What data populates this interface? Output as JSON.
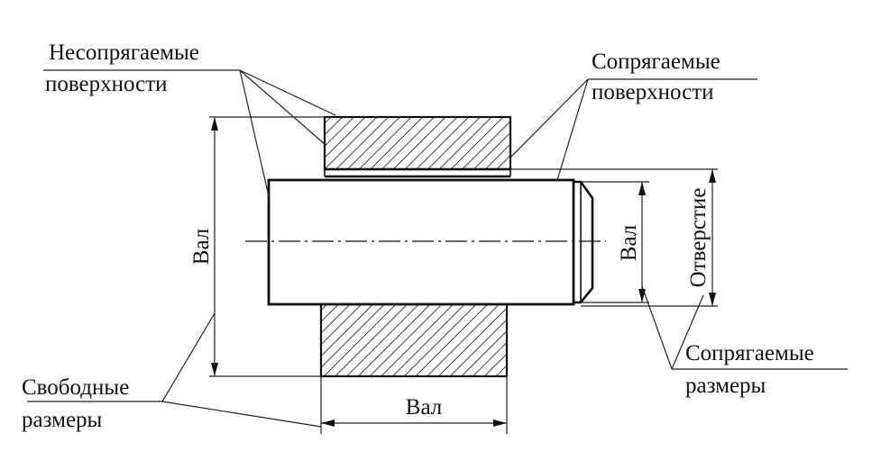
{
  "labels": {
    "nonmating_surfaces": [
      "Несопрягаемые",
      "поверхности"
    ],
    "mating_surfaces": [
      "Сопрягаемые",
      "поверхности"
    ],
    "free_dimensions": [
      "Свободные",
      "размеры"
    ],
    "mating_dimensions": [
      "Сопрягаемые",
      "размеры"
    ],
    "shaft_left": "Вал",
    "shaft_right": "Вал",
    "shaft_bottom": "Вал",
    "hole": "Отверстие"
  }
}
